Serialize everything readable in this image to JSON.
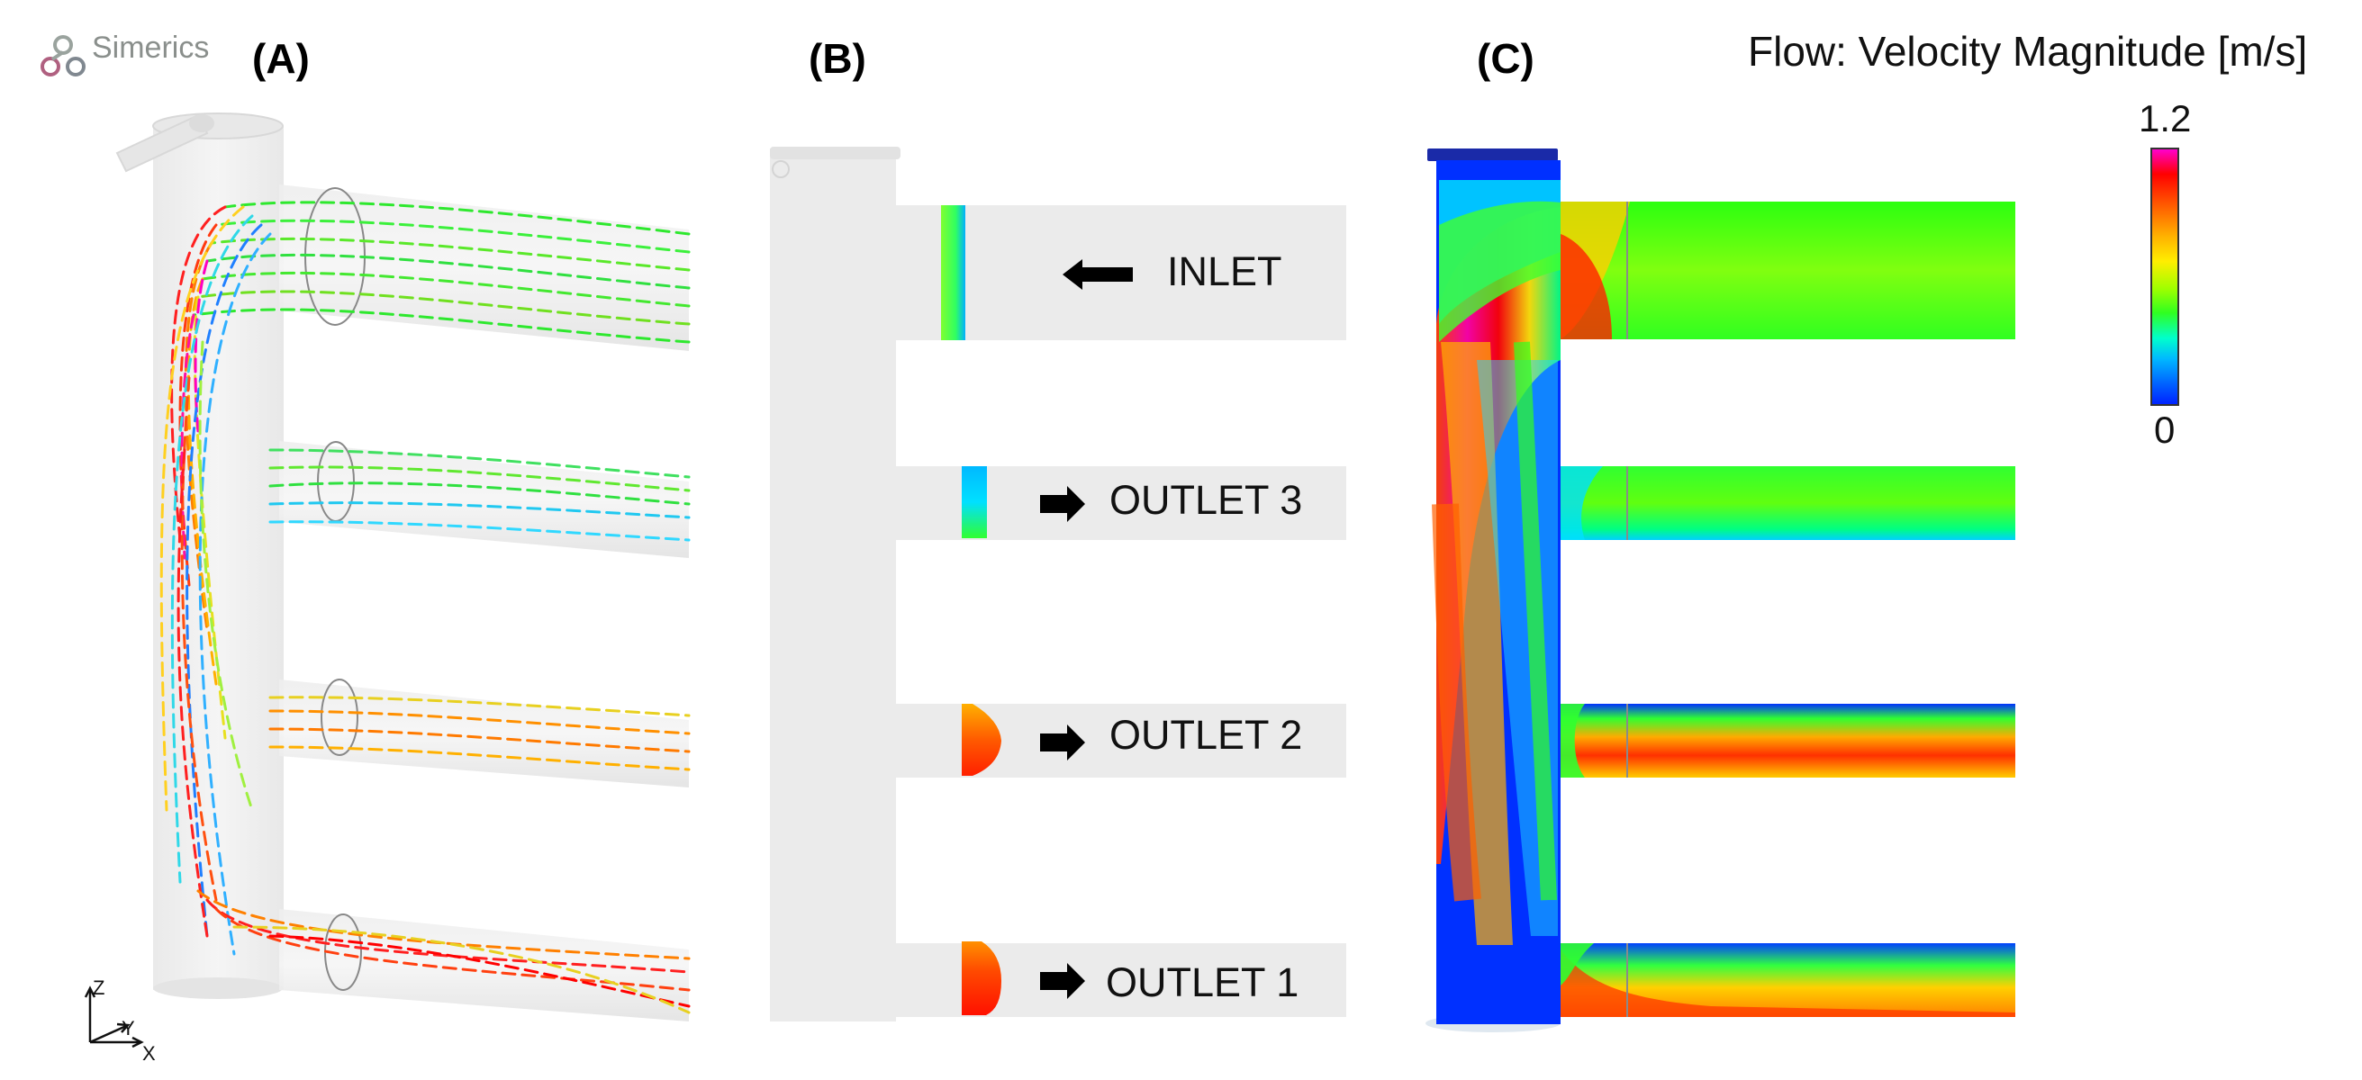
{
  "logo": {
    "text": "Simerics"
  },
  "panels": {
    "a": "(A)",
    "b": "(B)",
    "c": "(C)"
  },
  "boundaries": {
    "inlet": "INLET",
    "outlet3": "OUTLET 3",
    "outlet2": "OUTLET 2",
    "outlet1": "OUTLET 1"
  },
  "legend": {
    "title": "Flow: Velocity Magnitude [m/s]",
    "max": "1.2",
    "min": "0",
    "colors": [
      "#ff00d4",
      "#ff0000",
      "#ff5a00",
      "#ffa000",
      "#ffe400",
      "#b8ff00",
      "#3cff00",
      "#00ffa0",
      "#00d8ff",
      "#0088ff",
      "#0030ff"
    ]
  },
  "axes": {
    "z": "Z",
    "y": "Y",
    "x": "X"
  }
}
